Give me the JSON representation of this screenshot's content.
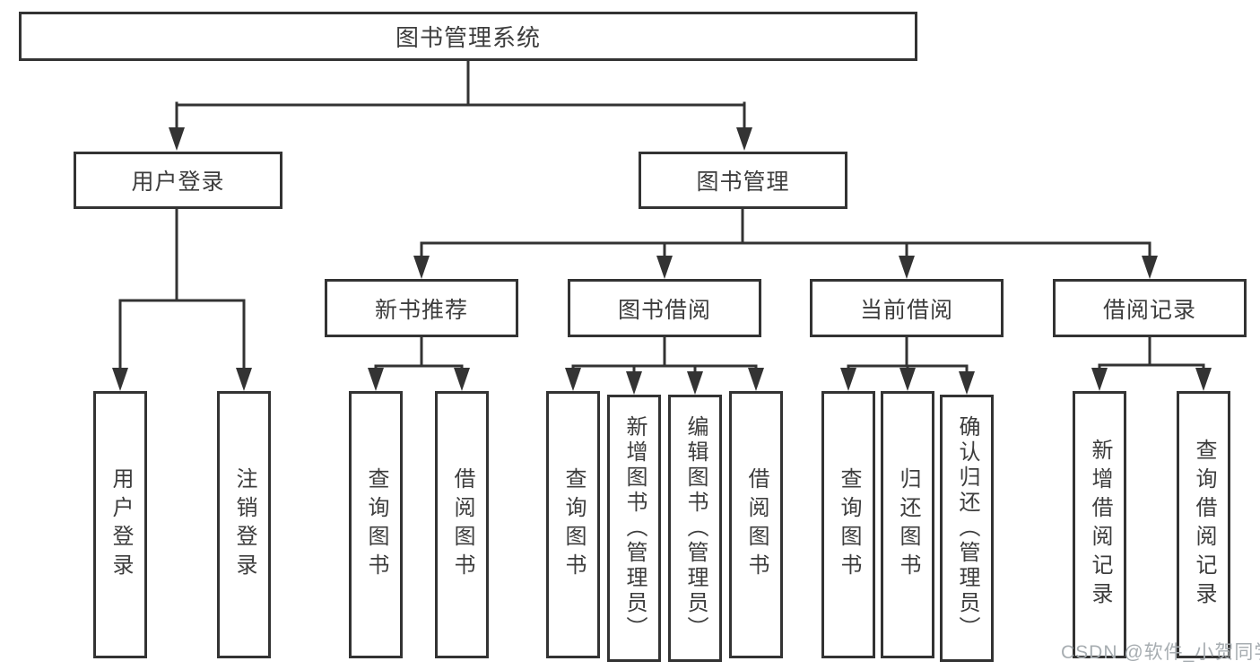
{
  "colors": {
    "line": "#333333",
    "text": "#3d3d3d",
    "box_background": "#ffffff",
    "page_background": "#ffffff",
    "watermark": "#a7adb1"
  },
  "watermark": {
    "text": "CSDN @软件_小贺同学"
  },
  "nodes": {
    "root": {
      "label": "图书管理系统"
    },
    "user_login": {
      "label": "用户登录"
    },
    "book_management": {
      "label": "图书管理"
    },
    "new_book_recommend": {
      "label": "新书推荐"
    },
    "book_borrowing": {
      "label": "图书借阅"
    },
    "current_borrowing": {
      "label": "当前借阅"
    },
    "borrowing_records": {
      "label": "借阅记录"
    },
    "login": {
      "label": "用户登录"
    },
    "logout": {
      "label": "注销登录"
    },
    "rec_query_books": {
      "label": "查询图书"
    },
    "rec_borrow_books": {
      "label": "借阅图书"
    },
    "bb_query_books": {
      "label": "查询图书"
    },
    "bb_add_books": {
      "label": "新增图书（管理员）"
    },
    "bb_edit_books": {
      "label": "编辑图书（管理员）"
    },
    "bb_borrow_books": {
      "label": "借阅图书"
    },
    "cb_query_books": {
      "label": "查询图书"
    },
    "cb_return_books": {
      "label": "归还图书"
    },
    "cb_confirm_return": {
      "label": "确认归还（管理员）"
    },
    "br_add_record": {
      "label": "新增借阅记录"
    },
    "br_query_record": {
      "label": "查询借阅记录"
    }
  }
}
